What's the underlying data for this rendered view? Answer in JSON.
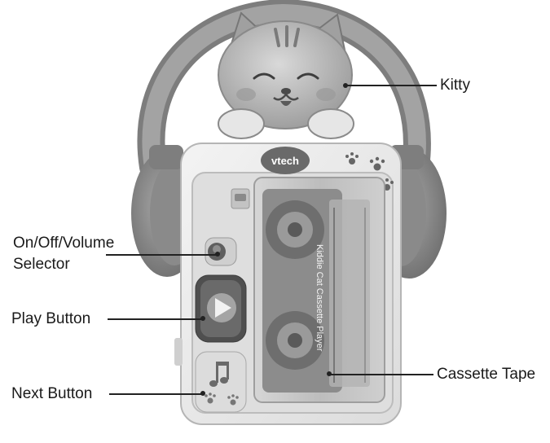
{
  "labels": {
    "kitty": "Kitty",
    "onoff_line1": "On/Off/Volume",
    "onoff_line2": "Selector",
    "play": "Play Button",
    "cassette": "Cassette Tape",
    "next": "Next Button"
  },
  "device": {
    "brand": "vtech",
    "spine_text": "Kiddie Cat Cassette Player"
  },
  "icons": [
    "kitty-head",
    "headphones",
    "paw-prints",
    "play-icon",
    "music-note-icon",
    "cassette-icon"
  ],
  "colors": {
    "body": "#ebebeb",
    "headphone": "#8f8f8f",
    "window": "#c9c9c9",
    "text": "#1a1a1a"
  }
}
